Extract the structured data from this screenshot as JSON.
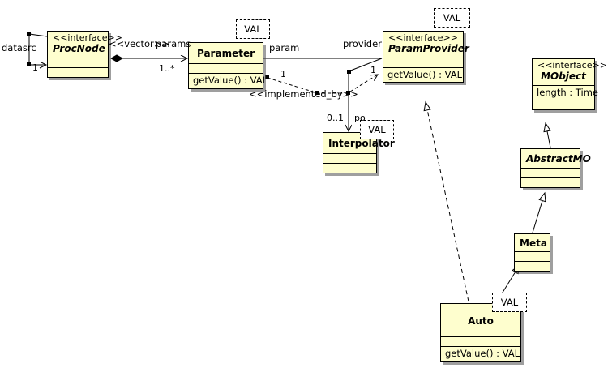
{
  "diagram": {
    "type": "uml-class-diagram",
    "title": "",
    "colors": {
      "class_fill": "#FEFECE",
      "class_border": "#000000",
      "template_fill": "#FFFFFF",
      "template_border": "#000000",
      "shadow": "#555555",
      "background": "#FFFFFF",
      "line": "#000000"
    }
  },
  "classes": [
    {
      "id": "procnode",
      "stereotype": "<<interface>>",
      "name": "ProcNode",
      "italic": true,
      "attributes": [],
      "operations": [],
      "template": null
    },
    {
      "id": "parameter",
      "stereotype": "",
      "name": "Parameter",
      "italic": false,
      "attributes": [],
      "operations": [
        "getValue() : VAL"
      ],
      "template": "VAL"
    },
    {
      "id": "paramprovider",
      "stereotype": "<<interface>>",
      "name": "ParamProvider",
      "italic": true,
      "attributes": [],
      "operations": [
        "getValue() : VAL"
      ],
      "template": "VAL"
    },
    {
      "id": "interpolator",
      "stereotype": "",
      "name": "Interpolator",
      "italic": false,
      "attributes": [],
      "operations": [],
      "template": "VAL"
    },
    {
      "id": "mobject",
      "stereotype": "<<interface>>",
      "name": "MObject",
      "italic": true,
      "attributes": [
        "length : Time"
      ],
      "operations": [],
      "template": null
    },
    {
      "id": "abstractmo",
      "stereotype": "",
      "name": "AbstractMO",
      "italic": true,
      "attributes": [],
      "operations": [],
      "template": null
    },
    {
      "id": "meta",
      "stereotype": "",
      "name": "Meta",
      "italic": false,
      "attributes": [],
      "operations": [],
      "template": null
    },
    {
      "id": "auto",
      "stereotype": "",
      "name": "Auto",
      "italic": false,
      "attributes": [],
      "operations": [
        "getValue() : VAL"
      ],
      "template": "VAL"
    }
  ],
  "templates": {
    "parameter_val": "VAL",
    "paramprovider_val": "VAL",
    "interpolator_val": "VAL",
    "auto_val": "VAL"
  },
  "edge_labels": {
    "datasrc": "datasrc",
    "datasrc_mult": "1",
    "vector_stereotype": "<<vector>>",
    "params_role": "params",
    "params_mult": "1..*",
    "param_role": "param",
    "param_mult": "1",
    "provider_role": "provider",
    "provider_mult": "1",
    "implemented_by": "<<implemented_by>>",
    "ipo_mult": "0..1",
    "ipo_role": "ipo"
  }
}
